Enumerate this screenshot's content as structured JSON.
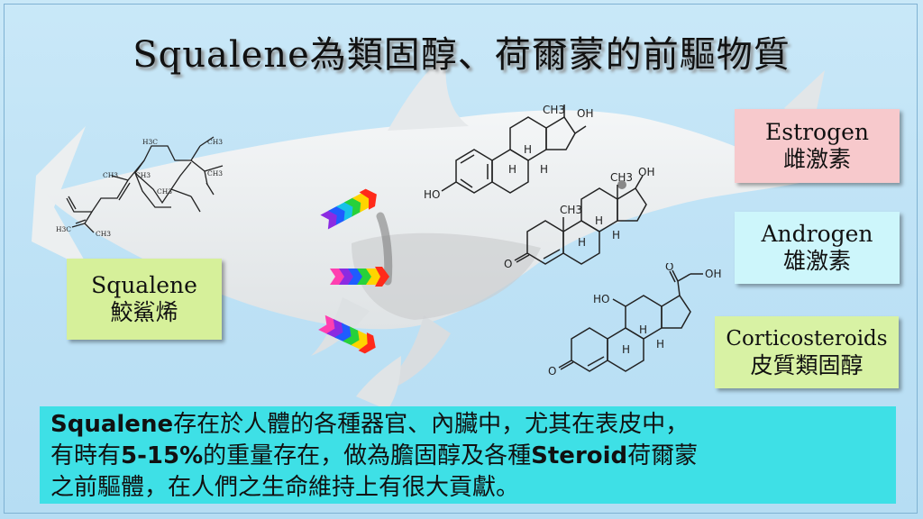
{
  "title": "Squalene為類固醇、荷爾蒙的前驅物質",
  "boxes": {
    "squalene": {
      "en": "Squalene",
      "zh": "鮫鯊烯"
    },
    "estrogen": {
      "en": "Estrogen",
      "zh": "雌激素"
    },
    "androgen": {
      "en": "Androgen",
      "zh": "雄激素"
    },
    "corticosteroids": {
      "en": "Corticosteroids",
      "zh": "皮質類固醇"
    }
  },
  "molecule_labels": {
    "ch3": "CH3",
    "h3c": "H3C",
    "oh": "OH",
    "ho": "HO",
    "h": "H",
    "o": "O"
  },
  "description": {
    "line1_bold": "Squalene",
    "line1_rest": "存在於人體的各種器官、內臟中，尤其在表皮中，",
    "line2_a": "有時有",
    "line2_bold1": "5-15%",
    "line2_b": "的重量存在，做為膽固醇及各種",
    "line2_bold2": "Steroid",
    "line2_c": "荷爾蒙",
    "line3": "之前驅體，在人們之生命維持上有很大貢獻。"
  },
  "colors": {
    "background": "#c9e8f8",
    "estrogen_box": "#f7c9cc",
    "androgen_box": "#cdf6fb",
    "cortico_box": "#d8f2a4",
    "squalene_box": "#d6f09a",
    "description_box": "#3ee0e6"
  },
  "icons": [
    "rainbow-arrow-icon",
    "shark-silhouette-icon"
  ]
}
